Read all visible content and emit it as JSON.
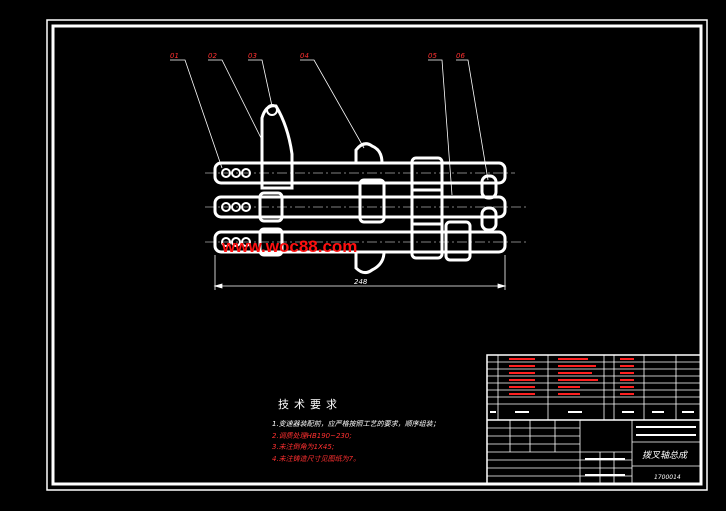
{
  "drawing": {
    "watermark": "www.woc88.com",
    "dimension_label": "248",
    "balloons": [
      "01",
      "02",
      "03",
      "04",
      "05",
      "06"
    ],
    "tech_requirements": {
      "title": "技术要求",
      "items": [
        "1.变速器装配前，应严格按照工艺的要求，顺序组装；",
        "2.调质处理HB190~230;",
        "3.未注倒角为1X45;",
        "4.未注铸造尺寸见图纸为7。"
      ]
    },
    "title_block": {
      "drawing_name": "拨叉轴总成",
      "drawing_number": "1700014",
      "colors": {
        "line": "#ffffff",
        "red": "#ff2020",
        "text": "#ffffff"
      }
    }
  }
}
